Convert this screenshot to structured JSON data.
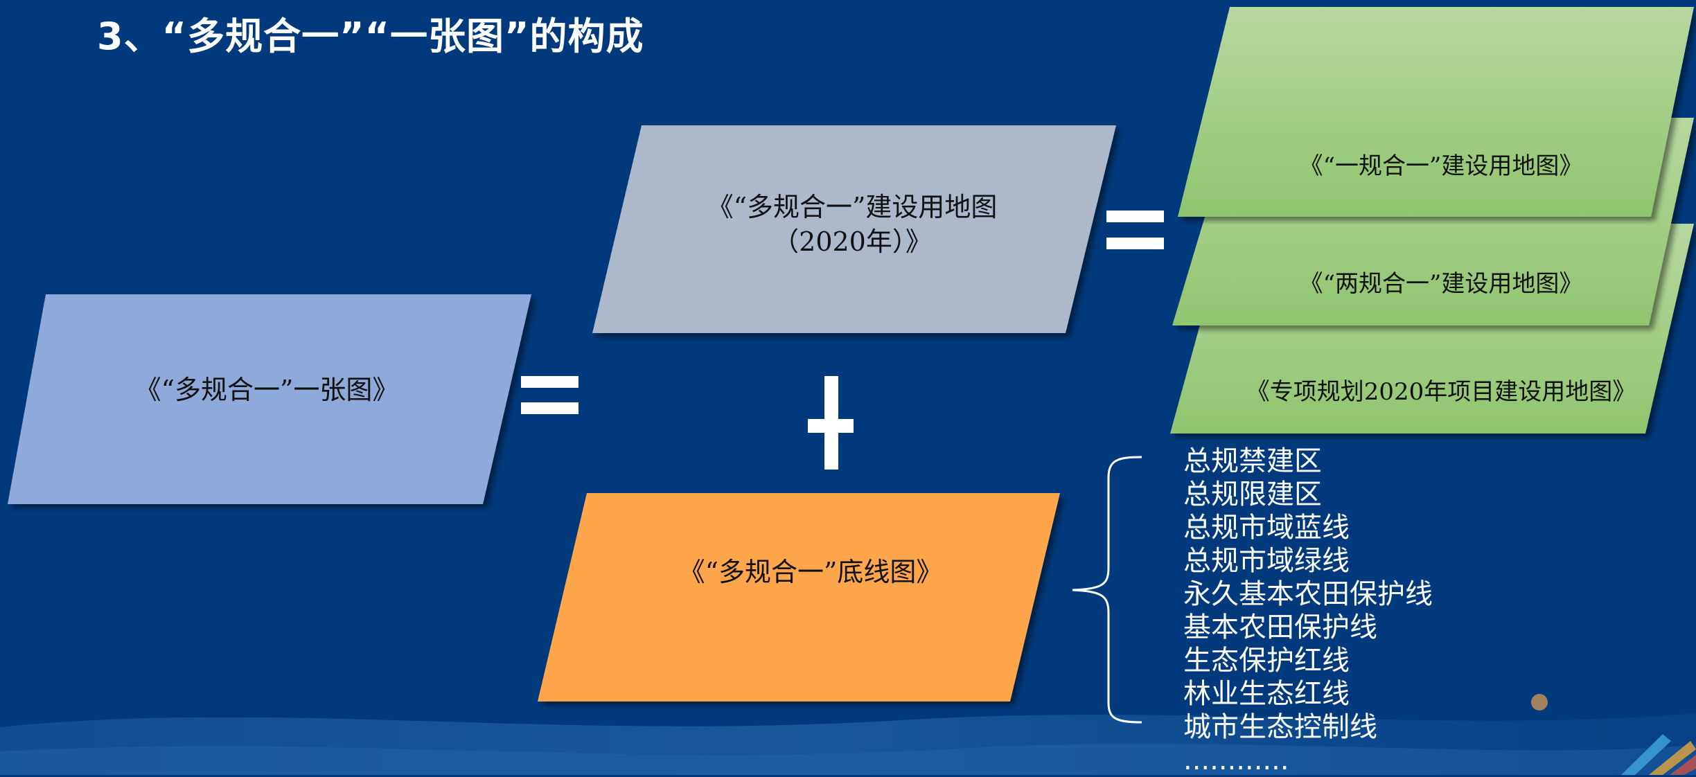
{
  "title": "3、“多规合一”“一张图”的构成",
  "main_map": {
    "label": "《“多规合一”一张图》"
  },
  "construction_map": {
    "line1": "《“多规合一”建设用地图",
    "line2": "（2020年）》"
  },
  "baseline_map": {
    "label": "《“多规合一”底线图》"
  },
  "component_maps": [
    {
      "label": "《“一规合一”建设用地图》"
    },
    {
      "label": "《“两规合一”建设用地图》"
    },
    {
      "label": "《专项规划2020年项目建设用地图》"
    }
  ],
  "operators": {
    "equals": "=",
    "plus": "+"
  },
  "baseline_items": [
    "总规禁建区",
    "总规限建区",
    "总规市域蓝线",
    "总规市域绿线",
    "永久基本农田保护线",
    "基本农田保护线",
    "生态保护红线",
    "林业生态红线",
    "城市生态控制线",
    "............"
  ],
  "colors": {
    "background": "#003a7c",
    "main_map": "#8eaadb",
    "construction_map": "#adb9ca",
    "baseline_map": "#ffa64d",
    "component_map_top": "#b7d8a0",
    "component_map_bottom": "#8fc56e"
  }
}
